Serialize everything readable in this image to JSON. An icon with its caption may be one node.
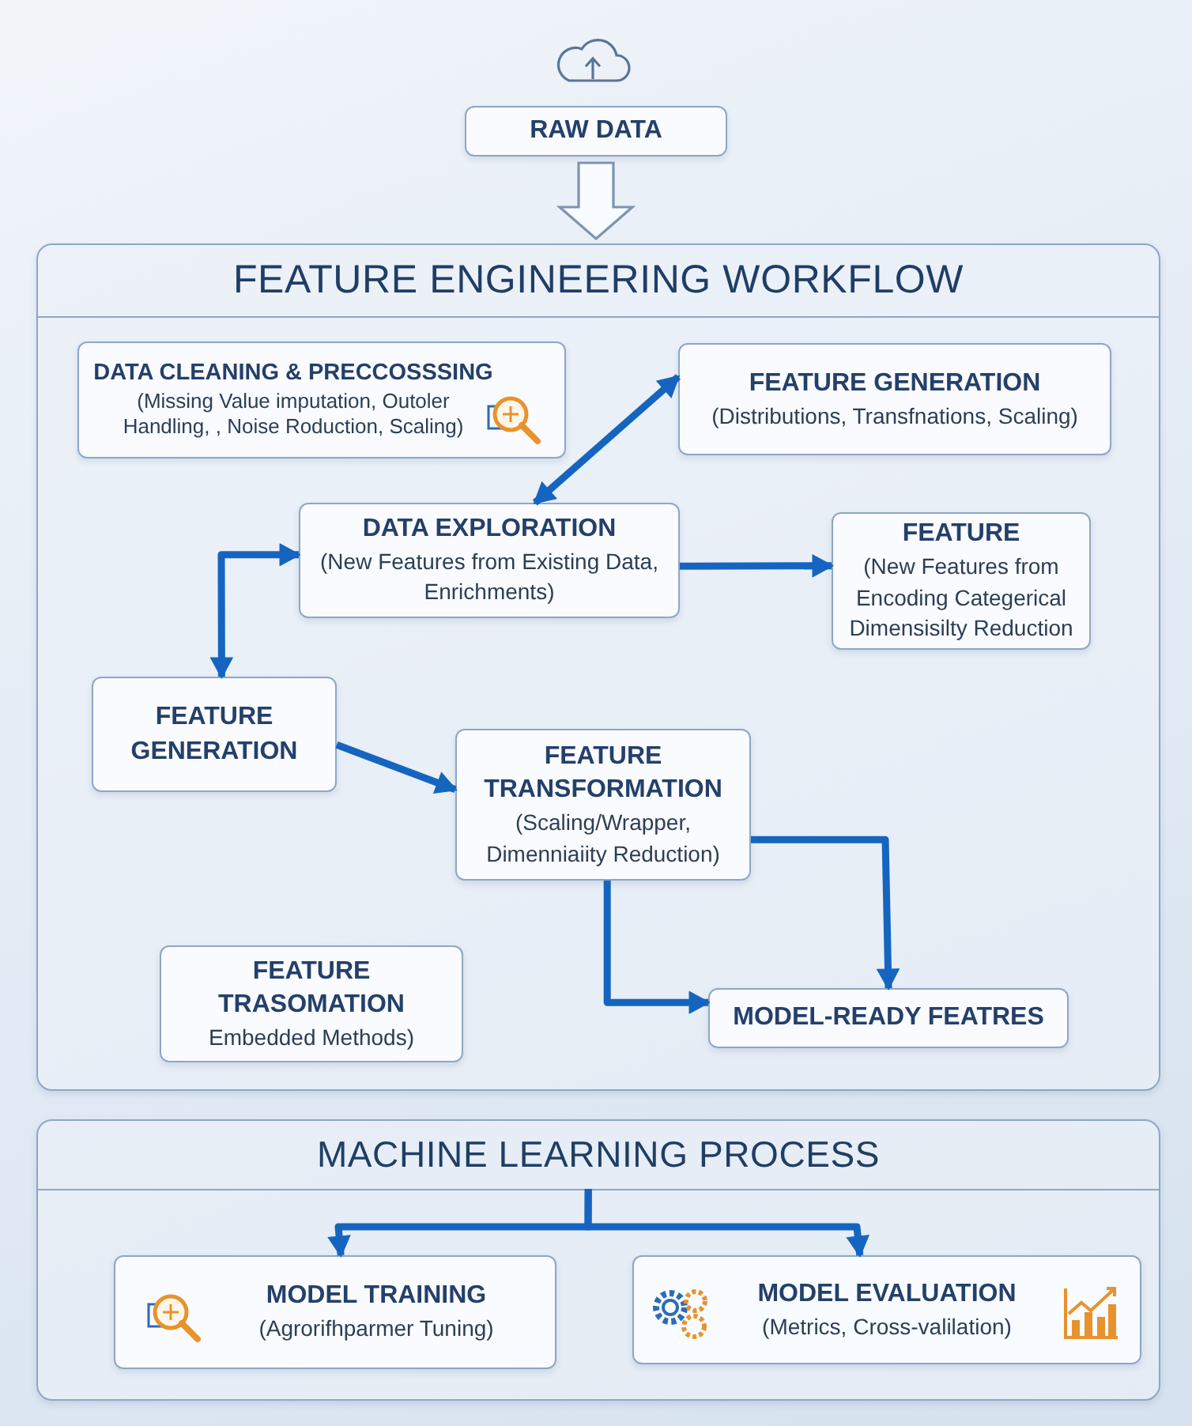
{
  "diagram": {
    "nodes": [
      {
        "text": [
          "RAW DATA"
        ]
      },
      {
        "text": [
          "FEATURE ENGINEERING WORKFLOW"
        ]
      },
      {
        "text": [
          "DATA CLEANING & PRECCOSSSING",
          "(Missing Value imputation, Outoler Handling, , Noise Roduction, Scaling)"
        ],
        "in": 1
      },
      {
        "text": [
          "FEATURE GENERATION",
          "(Distributions, Transfnations, Scaling)"
        ],
        "in": 1
      },
      {
        "text": [
          "DATA EXPLORATION",
          "(New Features from Existing Data, Enrichments)"
        ],
        "in": 1
      },
      {
        "text": [
          "FEATURE",
          "(New Features from Encoding Categerical Dimensisilty Reduction"
        ],
        "in": 1
      },
      {
        "text": [
          "FEATURE GENERATION"
        ],
        "in": 1
      },
      {
        "text": [
          "FEATURE TRANSFORMATION",
          "(Scaling/Wrapper, Dimenniaiity Reduction)"
        ],
        "in": 1
      },
      {
        "text": [
          "FEATURE TRASOMATION",
          "Embedded Methods)"
        ],
        "in": 1
      },
      {
        "text": [
          "MODEL-READY FEATRES"
        ],
        "in": 1
      },
      {
        "text": [
          "MACHINE LEARNING PROCESS"
        ]
      },
      {
        "text": [
          "MODEL TRAINING",
          "(Agrorifhparmer Tuning)"
        ],
        "in": 10
      },
      {
        "text": [
          "MODEL EVALUATION",
          "(Metrics, Cross-valilation)"
        ],
        "in": 10
      }
    ],
    "edges": [
      {
        "from": 0,
        "to": 1,
        "arrow": "to",
        "style": "thick",
        "color": "#7d93b0"
      },
      {
        "from": 4,
        "to": 3,
        "arrow": "both"
      },
      {
        "from": 4,
        "to": 5,
        "arrow": "to"
      },
      {
        "from": 4,
        "to": 6,
        "arrow": "both"
      },
      {
        "from": 6,
        "to": 7,
        "arrow": "to"
      },
      {
        "from": 7,
        "to": 9,
        "arrow": "to"
      },
      {
        "from": 7,
        "to": 9,
        "arrow": "to"
      },
      {
        "from": 10,
        "to": 11,
        "arrow": "to"
      },
      {
        "from": 10,
        "to": 12,
        "arrow": "to"
      }
    ]
  }
}
